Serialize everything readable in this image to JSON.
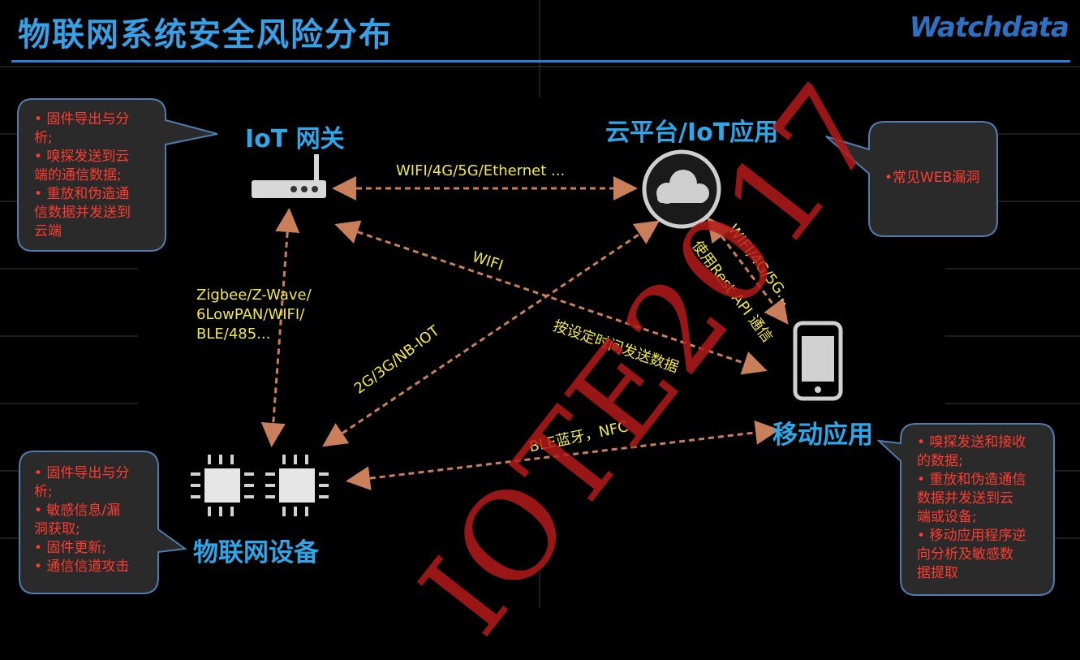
{
  "header": {
    "title": "物联网系统安全风险分布",
    "brand": "Watchdata"
  },
  "nodes": {
    "gateway": "IoT 网关",
    "cloud": "云平台/IoT应用",
    "device": "物联网设备",
    "mobile": "移动应用"
  },
  "links": {
    "gateway_cloud": "WIFI/4G/5G/Ethernet ...",
    "gateway_device": [
      "Zigbee/Z-Wave/",
      "6LowPAN/WIFI/",
      "BLE/485..."
    ],
    "wifi": "WIFI",
    "device_cloud": "2G/3G/NB-IOT",
    "gateway_mobile": "按设定时间发送数据",
    "cloud_mobile_a": "WIFI/4G/5G...",
    "cloud_mobile_b": "使用Rest API 通信",
    "device_mobile": "BLE蓝牙，NFC"
  },
  "callouts": {
    "gateway": [
      "• 固件导出与分",
      "析;",
      "• 嗅探发送到云",
      "端的通信数据;",
      "• 重放和伪造通",
      "信数据并发送到",
      "云端"
    ],
    "cloud": [
      "•常见WEB漏洞"
    ],
    "device": [
      "•  固件导出与分",
      "析;",
      "•  敏感信息/漏",
      "洞获取;",
      "•  固件更新;",
      "•  通信信道攻击"
    ],
    "mobile": [
      "• 嗅探发送和接收",
      "的数据;",
      "• 重放和伪造通信",
      "数据并发送到云",
      "端或设备;",
      "• 移动应用程序逆",
      "向分析及敏感数",
      "据提取"
    ]
  },
  "watermark": "IOTE2017",
  "colors": {
    "accent": "#2fa6e8",
    "arrow": "#c9805a",
    "label": "#f1e84b",
    "risk": "#ff3b30",
    "bubble_fill": "#2a2a2a",
    "bubble_border": "#4a7fb0",
    "watermark": "#b31a1a"
  },
  "icons": {
    "gateway": "router-icon",
    "cloud": "cloud-icon",
    "device": "chip-icon",
    "mobile": "smartphone-icon"
  }
}
